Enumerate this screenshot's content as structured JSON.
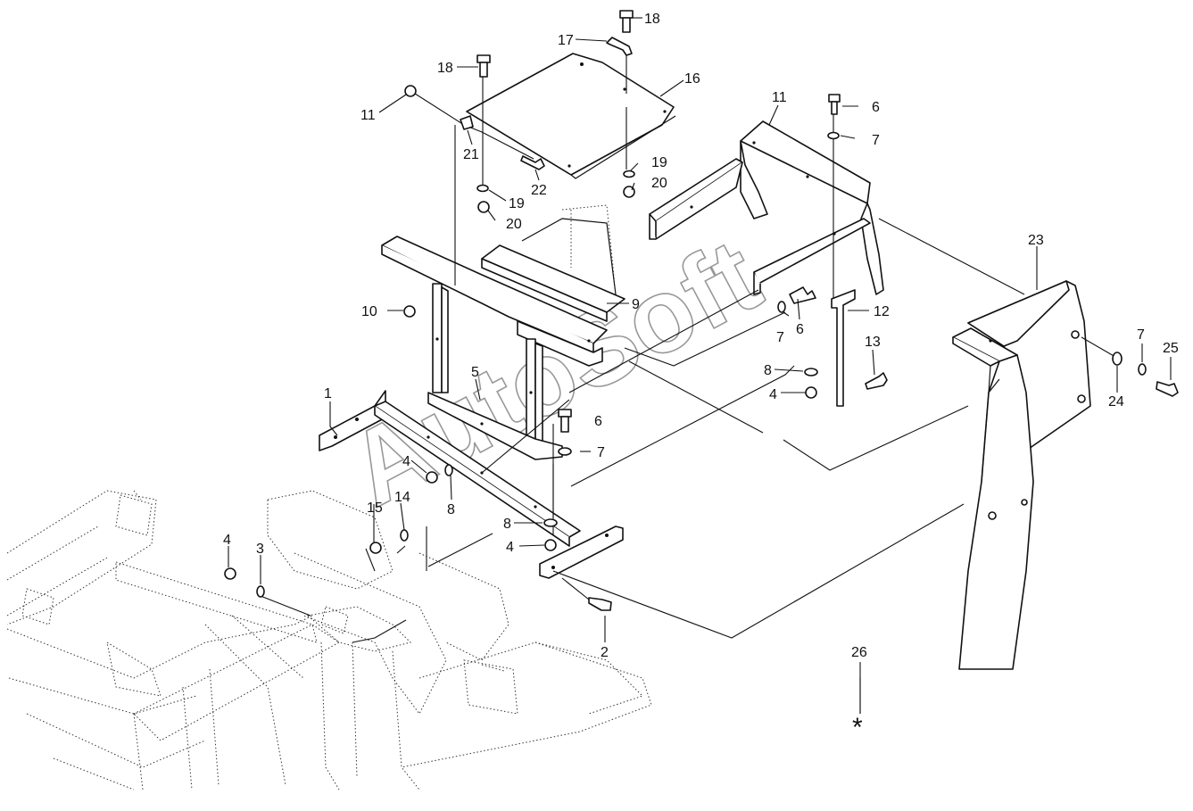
{
  "watermark": "AutoSoft",
  "callouts": [
    {
      "id": "c1",
      "label": "1"
    },
    {
      "id": "c2",
      "label": "2"
    },
    {
      "id": "c3",
      "label": "3"
    },
    {
      "id": "c4a",
      "label": "4"
    },
    {
      "id": "c4b",
      "label": "4"
    },
    {
      "id": "c4c",
      "label": "4"
    },
    {
      "id": "c4d",
      "label": "4"
    },
    {
      "id": "c5",
      "label": "5"
    },
    {
      "id": "c6a",
      "label": "6"
    },
    {
      "id": "c6b",
      "label": "6"
    },
    {
      "id": "c6c",
      "label": "6"
    },
    {
      "id": "c7a",
      "label": "7"
    },
    {
      "id": "c7b",
      "label": "7"
    },
    {
      "id": "c7c",
      "label": "7"
    },
    {
      "id": "c7d",
      "label": "7"
    },
    {
      "id": "c8a",
      "label": "8"
    },
    {
      "id": "c8b",
      "label": "8"
    },
    {
      "id": "c8c",
      "label": "8"
    },
    {
      "id": "c9",
      "label": "9"
    },
    {
      "id": "c10",
      "label": "10"
    },
    {
      "id": "c11a",
      "label": "11"
    },
    {
      "id": "c11b",
      "label": "11"
    },
    {
      "id": "c12",
      "label": "12"
    },
    {
      "id": "c13",
      "label": "13"
    },
    {
      "id": "c14",
      "label": "14"
    },
    {
      "id": "c15",
      "label": "15"
    },
    {
      "id": "c16",
      "label": "16"
    },
    {
      "id": "c17",
      "label": "17"
    },
    {
      "id": "c18a",
      "label": "18"
    },
    {
      "id": "c18b",
      "label": "18"
    },
    {
      "id": "c19a",
      "label": "19"
    },
    {
      "id": "c19b",
      "label": "19"
    },
    {
      "id": "c20a",
      "label": "20"
    },
    {
      "id": "c20b",
      "label": "20"
    },
    {
      "id": "c21",
      "label": "21"
    },
    {
      "id": "c22",
      "label": "22"
    },
    {
      "id": "c23",
      "label": "23"
    },
    {
      "id": "c24",
      "label": "24"
    },
    {
      "id": "c25",
      "label": "25"
    },
    {
      "id": "c26",
      "label": "26"
    }
  ],
  "note_symbol": "*"
}
